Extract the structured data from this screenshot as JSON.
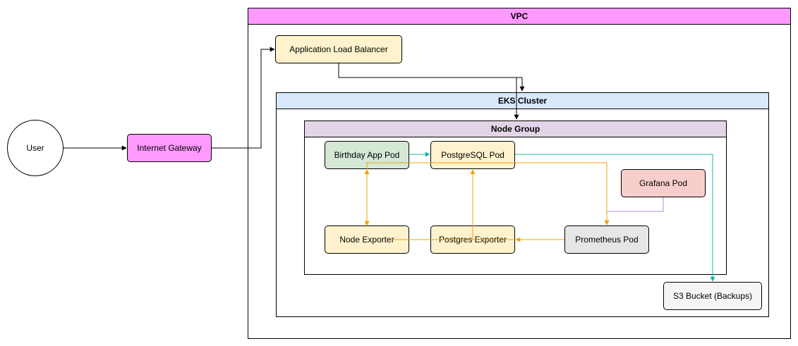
{
  "colors": {
    "vpc_header": "#ff99ff",
    "eks_header": "#dae8fc",
    "nodegroup_header": "#e1d5e7",
    "gateway": "#ff99ff",
    "yellow_fill": "#fff2cc",
    "green_fill": "#d5e8d4",
    "red_fill": "#f8cecc",
    "gray_fill": "#e6e6e6",
    "s3_fill": "#f5f5f5",
    "teal_edge": "#14b8a6",
    "orange_edge": "#f0a30a",
    "purple_edge": "#b38aeb",
    "black_edge": "#000000"
  },
  "containers": {
    "vpc": {
      "title": "VPC"
    },
    "eks": {
      "title": "EKS Cluster"
    },
    "node_group": {
      "title": "Node Group"
    }
  },
  "nodes": {
    "user": "User",
    "internet_gateway": "Internet Gateway",
    "alb": "Application Load Balancer",
    "birthday_app": "Birthday App Pod",
    "postgresql": "PostgreSQL Pod",
    "grafana": "Grafana Pod",
    "node_exporter": "Node Exporter",
    "postgres_exporter": "Postgres Exporter",
    "prometheus": "Prometheus Pod",
    "s3_bucket": "S3 Bucket (Backups)"
  }
}
